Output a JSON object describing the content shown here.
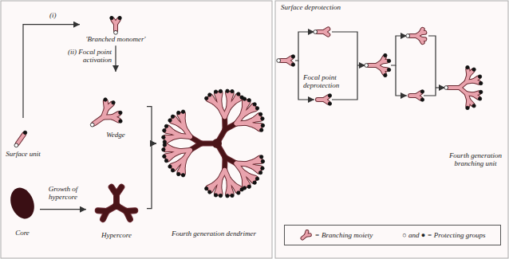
{
  "diagram": {
    "nodes": [
      {
        "text": [
          "'Branched monomer'"
        ]
      },
      {
        "text": [
          "Surface unit"
        ]
      },
      {
        "text": [
          "Wedge"
        ]
      },
      {
        "text": [
          "Core"
        ]
      },
      {
        "text": [
          "Hypercore"
        ]
      },
      {
        "text": [
          "Fourth generation dendrimer"
        ]
      },
      {
        "text": [
          "Fourth generation branching unit"
        ]
      }
    ],
    "edges": [
      {
        "from": 1,
        "to": 0,
        "arrow": "to",
        "label": "(i)"
      },
      {
        "from": 0,
        "to": 2,
        "arrow": "to",
        "label": "(ii) Focal point activation"
      },
      {
        "from": 3,
        "to": 4,
        "arrow": "to",
        "label": "Growth of hypercore"
      },
      {
        "from": 2,
        "to": 5,
        "arrow": "to"
      },
      {
        "from": 4,
        "to": 5,
        "arrow": "to"
      }
    ],
    "labels": [
      "Surface deprotection",
      "Focal point deprotection"
    ],
    "legend": [
      {
        "text": "= Branching moiety"
      },
      {
        "text": "○ and ● = Protecting groups"
      }
    ]
  }
}
